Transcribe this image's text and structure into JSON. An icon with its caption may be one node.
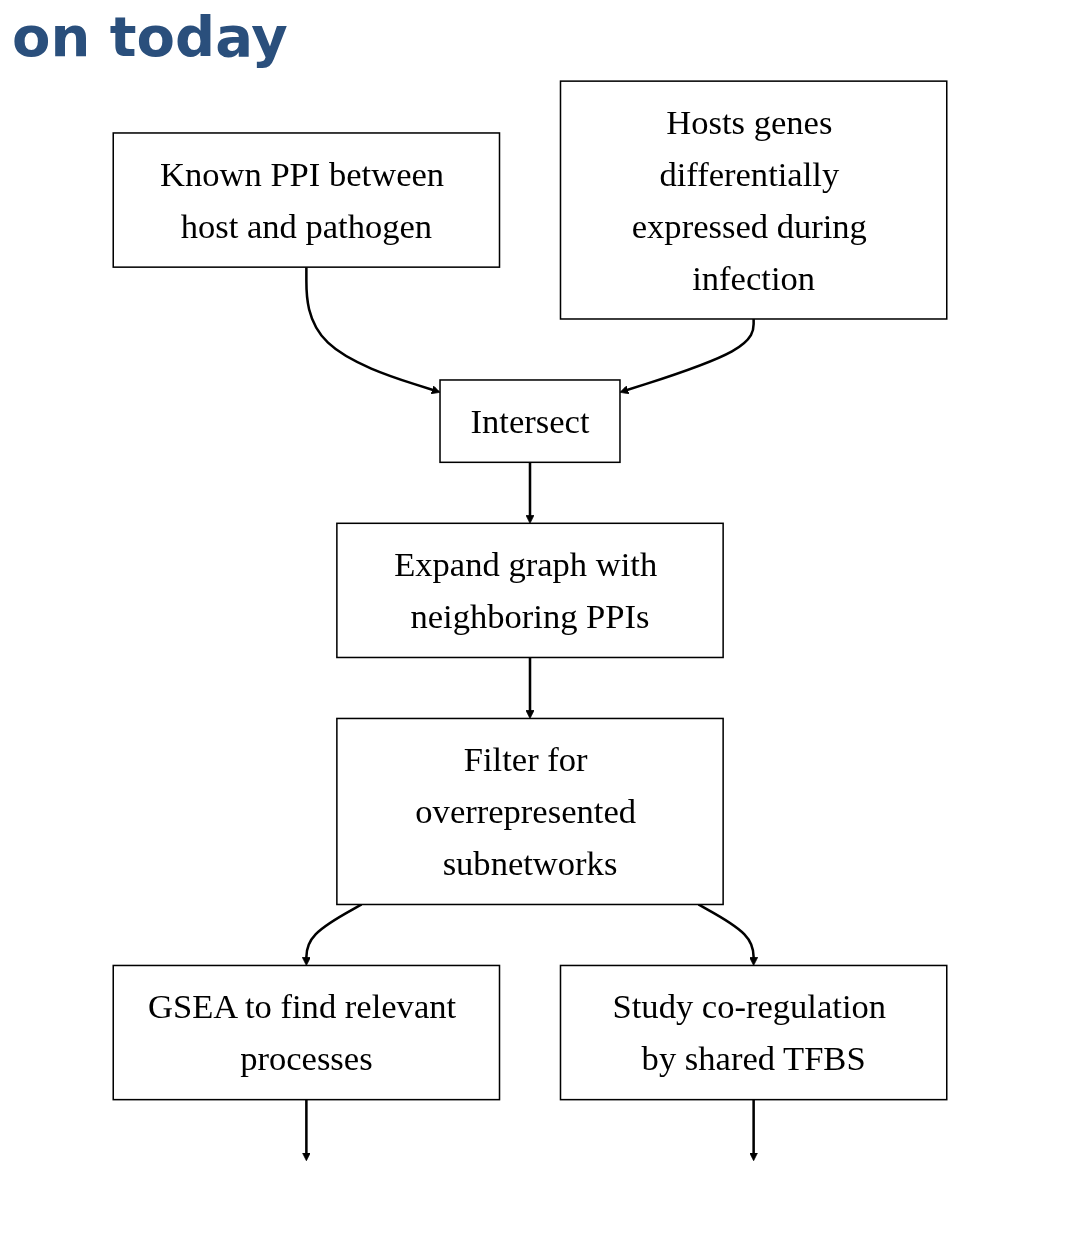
{
  "diagram": {
    "title": "on today",
    "nodes": [
      {
        "text": [
          "Known PPI between host and pathogen"
        ]
      },
      {
        "text": [
          "Hosts genes differentially expressed during infection"
        ]
      },
      {
        "text": [
          "Intersect"
        ]
      },
      {
        "text": [
          "Expand graph with neighboring PPIs"
        ]
      },
      {
        "text": [
          "Filter for overrepresented subnetworks"
        ]
      },
      {
        "text": [
          "GSEA to find relevant processes"
        ]
      },
      {
        "text": [
          "Study co-regulation by shared TFBS"
        ]
      }
    ],
    "edges": [
      {
        "from": 0,
        "to": 2,
        "arrow": "to"
      },
      {
        "from": 1,
        "to": 2,
        "arrow": "to"
      },
      {
        "from": 2,
        "to": 3,
        "arrow": "to"
      },
      {
        "from": 3,
        "to": 4,
        "arrow": "to"
      },
      {
        "from": 4,
        "to": 5,
        "arrow": "to"
      },
      {
        "from": 4,
        "to": 6,
        "arrow": "to"
      },
      {
        "from": 5,
        "to": null,
        "arrow": "to"
      },
      {
        "from": 6,
        "to": null,
        "arrow": "to"
      }
    ]
  }
}
